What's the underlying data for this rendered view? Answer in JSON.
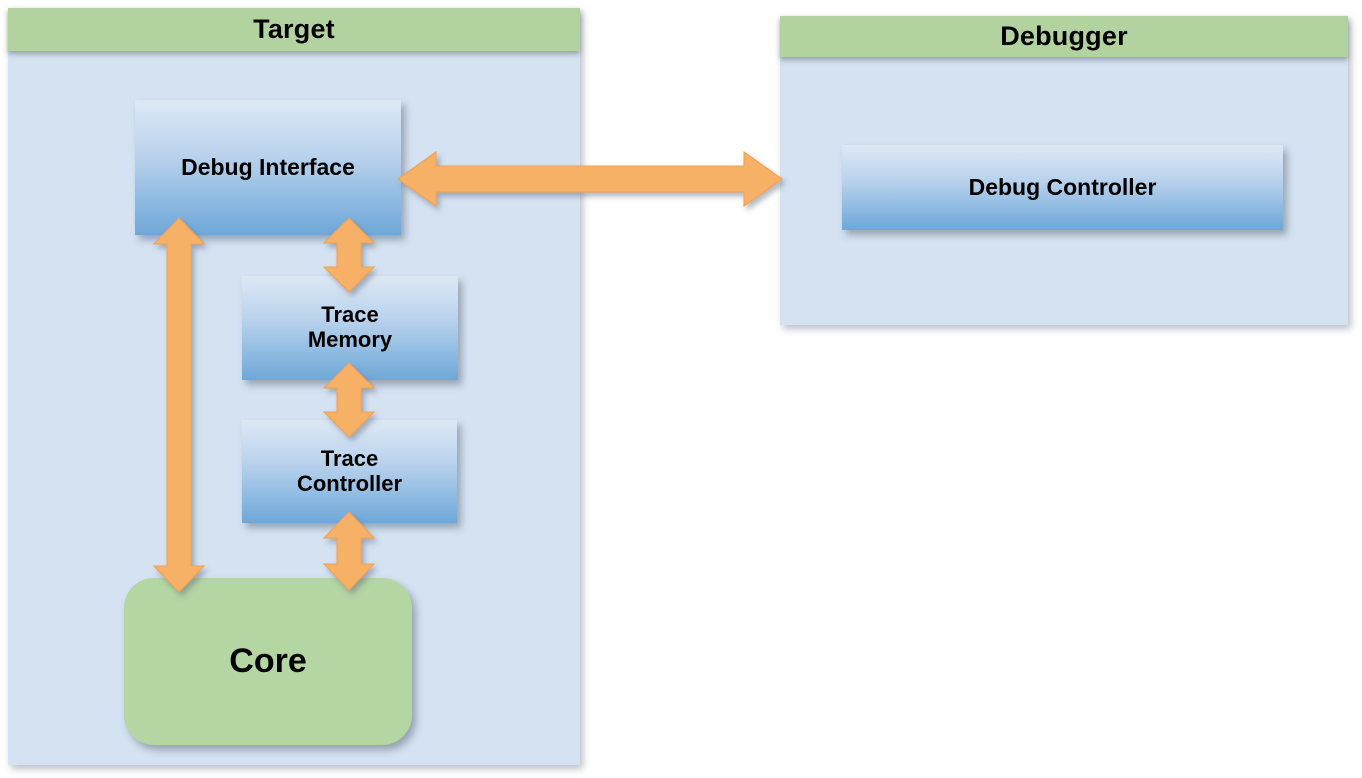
{
  "diagram": {
    "title": "Target and Debugger block diagram",
    "background_color": "#ffffff",
    "panel_body_color": "#d4e2f2",
    "panel_header_color": "#b2d3a0",
    "block_gradient_top": "#dce8f5",
    "block_gradient_bottom": "#6ea7d8",
    "core_color": "#b4d6a2",
    "arrow_color": "#f7b166",
    "arrow_stroke_color": "#f4a54f"
  },
  "panels": [
    {
      "id": "target",
      "header_label": "Target",
      "blocks": [
        {
          "id": "debug-interface",
          "label": "Debug Interface"
        },
        {
          "id": "trace-memory",
          "label_line1": "Trace",
          "label_line2": "Memory"
        },
        {
          "id": "trace-controller",
          "label_line1": "Trace",
          "label_line2": "Controller"
        },
        {
          "id": "core",
          "label": "Core"
        }
      ]
    },
    {
      "id": "debugger",
      "header_label": "Debugger",
      "blocks": [
        {
          "id": "debug-controller",
          "label": "Debug Controller"
        }
      ]
    }
  ],
  "connections": [
    {
      "id": "debug-interface-to-debug-controller",
      "from": "Debug Interface",
      "to": "Debug Controller",
      "direction": "bidirectional",
      "orientation": "horizontal"
    },
    {
      "id": "debug-interface-to-trace-memory",
      "from": "Debug Interface",
      "to": "Trace Memory",
      "direction": "bidirectional",
      "orientation": "vertical"
    },
    {
      "id": "trace-memory-to-trace-controller",
      "from": "Trace Memory",
      "to": "Trace Controller",
      "direction": "bidirectional",
      "orientation": "vertical"
    },
    {
      "id": "trace-controller-to-core",
      "from": "Trace Controller",
      "to": "Core",
      "direction": "bidirectional",
      "orientation": "vertical"
    },
    {
      "id": "debug-interface-to-core",
      "from": "Debug Interface",
      "to": "Core",
      "direction": "bidirectional",
      "orientation": "vertical"
    }
  ]
}
